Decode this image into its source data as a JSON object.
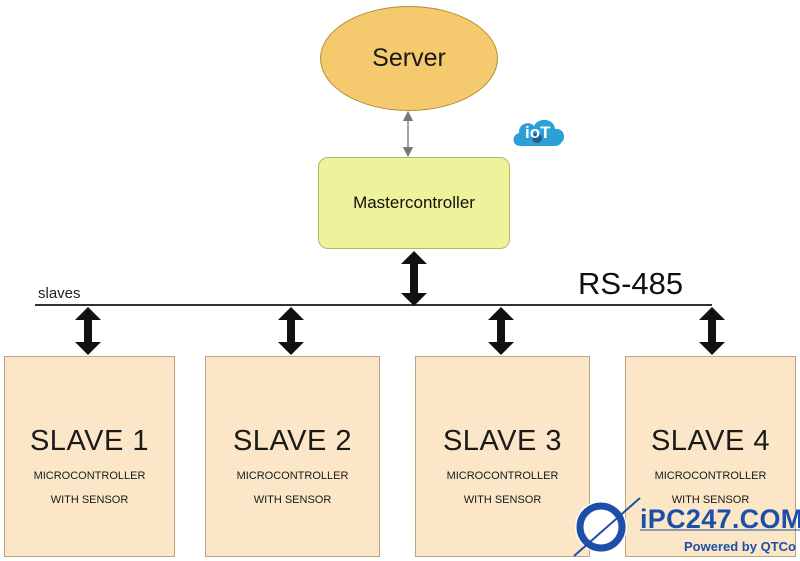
{
  "diagram": {
    "server": {
      "label": "Server"
    },
    "master": {
      "label": "Mastercontroller"
    },
    "bus": {
      "label": "RS-485"
    },
    "slaves_label": "slaves",
    "slaves": [
      {
        "title": "SLAVE 1",
        "desc_line1": "MICROCONTROLLER",
        "desc_line2": "WITH SENSOR"
      },
      {
        "title": "SLAVE 2",
        "desc_line1": "MICROCONTROLLER",
        "desc_line2": "WITH SENSOR"
      },
      {
        "title": "SLAVE 3",
        "desc_line1": "MICROCONTROLLER",
        "desc_line2": "WITH SENSOR"
      },
      {
        "title": "SLAVE 4",
        "desc_line1": "MICROCONTROLLER",
        "desc_line2": "WITH SENSOR"
      }
    ],
    "iot_badge": {
      "text": "ioT",
      "icon": "cloud-iot-icon"
    }
  },
  "watermark": {
    "brand_text": "iPC247.COM",
    "tagline": "Powered by QTCo",
    "icon": "q-logo-icon"
  },
  "colors": {
    "server_fill": "#f5ca6e",
    "master_fill": "#eef39b",
    "slave_fill": "#fbe7c7",
    "bus_line": "#333333",
    "brand_blue": "#1e4fa8"
  }
}
